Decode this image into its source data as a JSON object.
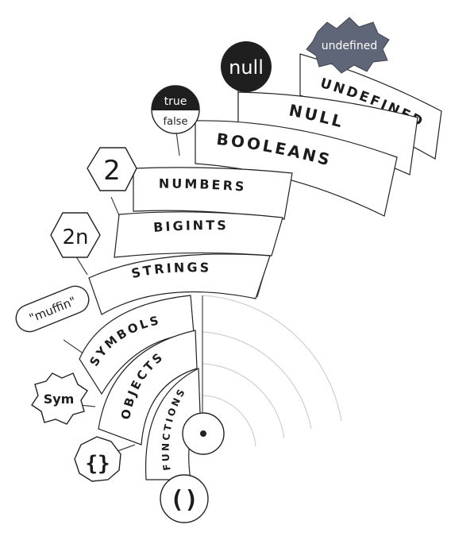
{
  "bands": [
    {
      "id": "undefined",
      "label": "UNDEFINED"
    },
    {
      "id": "null",
      "label": "NULL"
    },
    {
      "id": "booleans",
      "label": "BOOLEANS"
    },
    {
      "id": "numbers",
      "label": "NUMBERS"
    },
    {
      "id": "bigints",
      "label": "BIGINTS"
    },
    {
      "id": "strings",
      "label": "STRINGS"
    },
    {
      "id": "symbols",
      "label": "SYMBOLS"
    },
    {
      "id": "objects",
      "label": "OBJECTS"
    },
    {
      "id": "functions",
      "label": "FUNCTIONS"
    }
  ],
  "tokens": {
    "undefined": "undefined",
    "null": "null",
    "bool_true": "true",
    "bool_false": "false",
    "number": "2",
    "bigint": "2n",
    "string": "\"muffin\"",
    "symbol": "Sym",
    "object": "{}",
    "function": "()"
  },
  "colors": {
    "ink": "#1c1c1c",
    "undefined_badge": "#5f6677",
    "null_badge": "#1f1f1f",
    "faint_rings": "#cfcfcf"
  }
}
